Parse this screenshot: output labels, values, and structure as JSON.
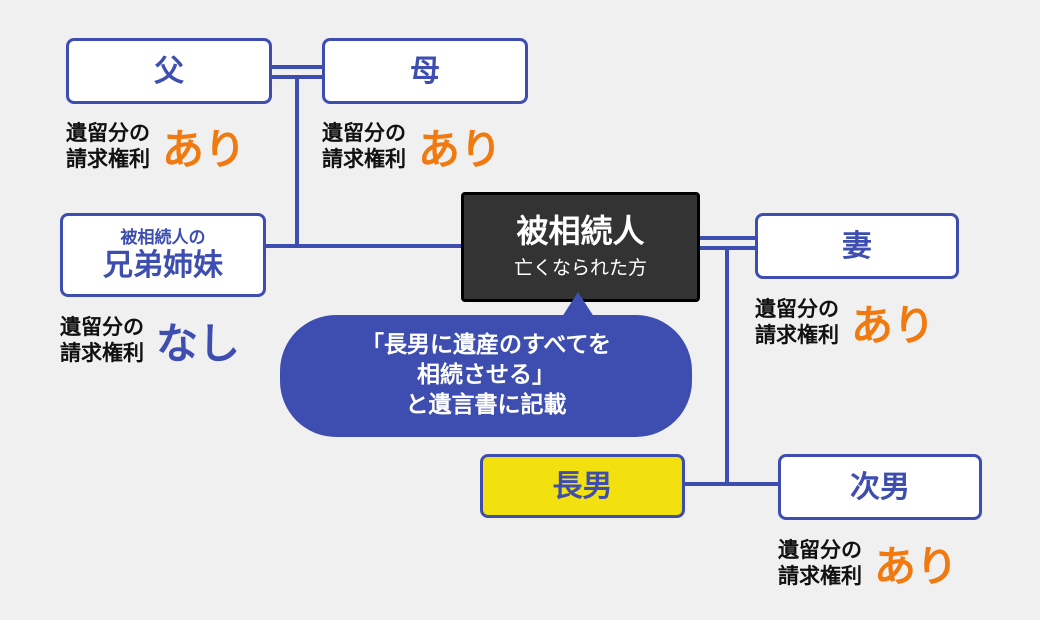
{
  "nodes": {
    "father": "父",
    "mother": "母",
    "siblings_sub": "被相続人の",
    "siblings": "兄弟姉妹",
    "deceased_title": "被相続人",
    "deceased_sub": "亡くなられた方",
    "spouse": "妻",
    "eldest_son": "長男",
    "second_son": "次男"
  },
  "claim": {
    "line1": "遺留分の",
    "line2": "請求権利",
    "yes": "あり",
    "no": "なし"
  },
  "bubble": {
    "line1": "「長男に遺産のすべてを",
    "line2": "相続させる」",
    "line3": "と遺言書に記載"
  },
  "colors": {
    "primary": "#3d4eb0",
    "accent_orange": "#f07a10",
    "heir_yellow": "#f3e10f",
    "deceased_box": "#333333"
  }
}
